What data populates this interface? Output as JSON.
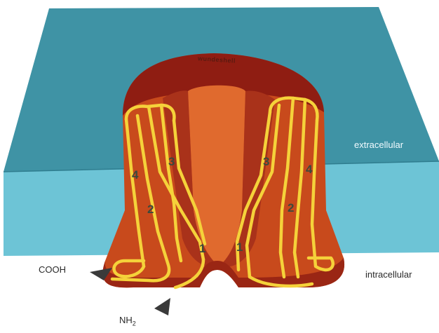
{
  "labels": {
    "extracellular": "extracellular",
    "intracellular": "intracellular",
    "cooh": "COOH",
    "nh2_base": "NH",
    "nh2_sub": "2",
    "pore_label": "wundeshell"
  },
  "segments": {
    "left": [
      "4",
      "3",
      "2",
      "1"
    ],
    "right": [
      "3",
      "4",
      "2",
      "1"
    ]
  },
  "colors": {
    "membrane_top": "#3e93a4",
    "membrane_front": "#6cc6d8",
    "protein_dark": "#8e1d12",
    "protein_mid": "#c94b1c",
    "protein_light": "#e0642a",
    "helix": "#f7d43a",
    "arrowhead": "#3a3a3a"
  }
}
